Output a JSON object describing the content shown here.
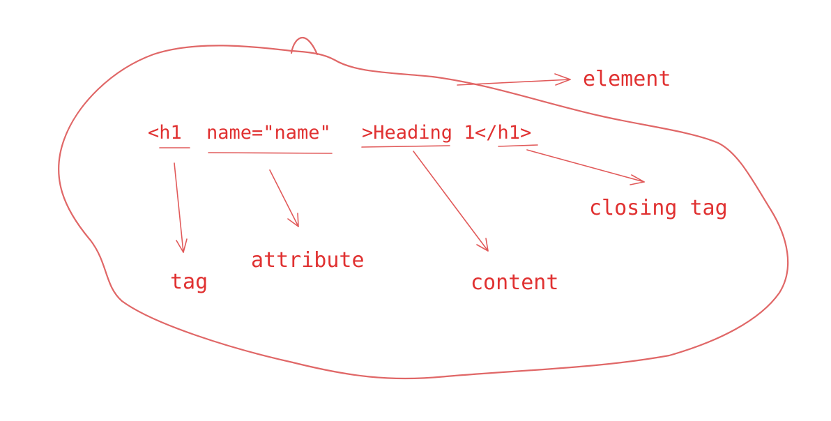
{
  "code": {
    "open_tag": "<h1",
    "attribute": "name=\"name\"",
    "content": ">Heading 1",
    "closing_tag": "</h1>"
  },
  "labels": {
    "element": "element",
    "tag": "tag",
    "attribute": "attribute",
    "content": "content",
    "closing_tag": "closing tag"
  },
  "colors": {
    "ink": "#e03131",
    "outline": "#e06767"
  }
}
